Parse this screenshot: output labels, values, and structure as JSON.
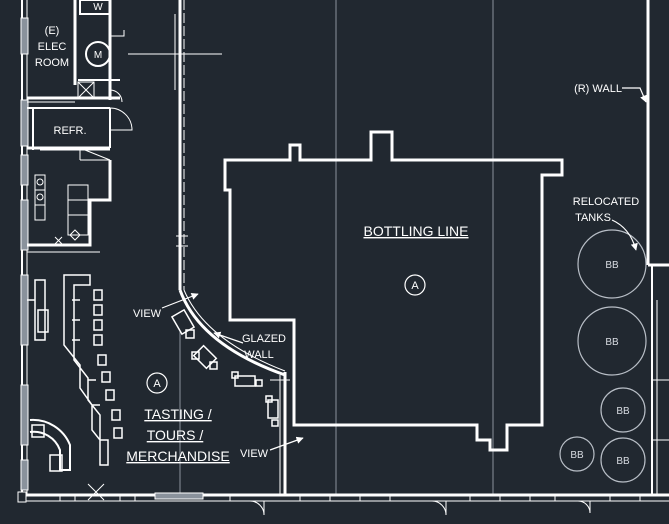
{
  "labels": {
    "elec_room": [
      "(E)",
      "ELEC",
      "ROOM"
    ],
    "refr": "REFR.",
    "w": "W",
    "m": "M",
    "wall": "(R) WALL",
    "relocated_tanks": [
      "RELOCATED",
      "TANKS"
    ],
    "bottling_line": "BOTTLING LINE",
    "zone_a": "A",
    "view": "VIEW",
    "glazed_wall": [
      "GLAZED",
      "WALL"
    ],
    "tasting": [
      "TASTING /",
      "TOURS /",
      "MERCHANDISE"
    ],
    "tank": "BB"
  },
  "colors": {
    "background": "#212830",
    "line": "#ffffff",
    "grid": "#8a929c",
    "tank": "#b8bec6"
  }
}
